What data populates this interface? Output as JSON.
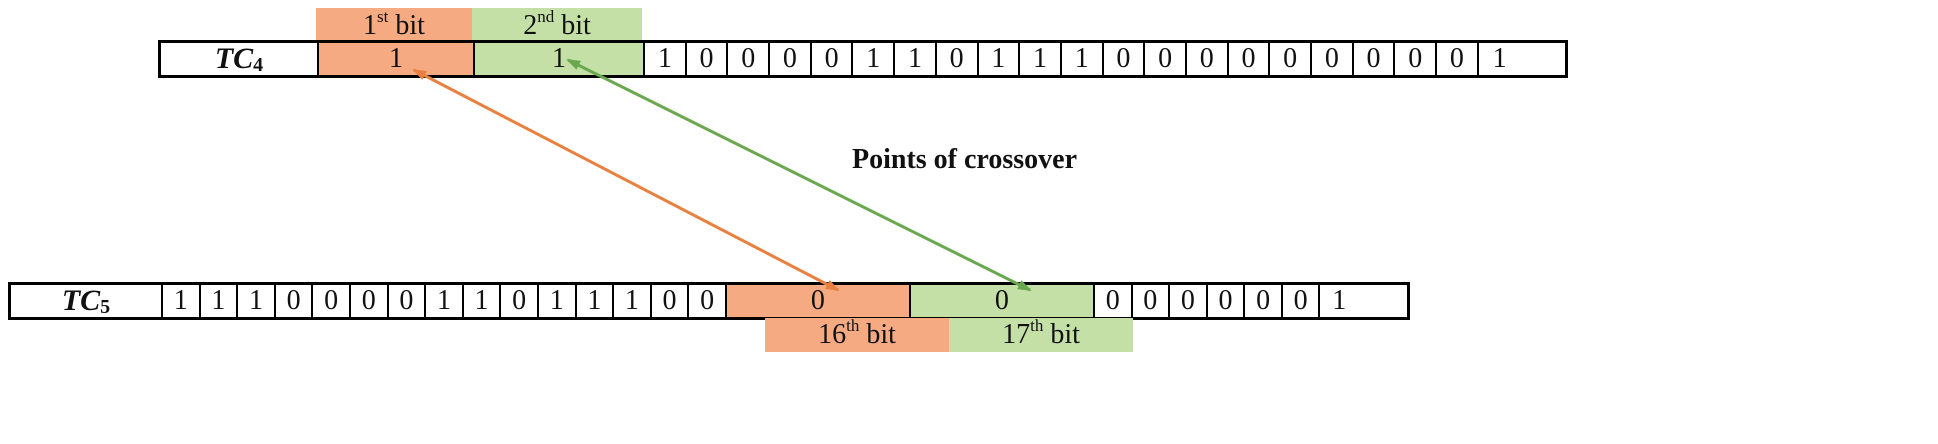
{
  "top": {
    "name_main": "TC",
    "name_sub": "4",
    "label1": {
      "main": "1",
      "sup": "st",
      "rest": " bit"
    },
    "label2": {
      "main": "2",
      "sup": "nd",
      "rest": " bit"
    },
    "bits": [
      "1",
      "1",
      "1",
      "0",
      "0",
      "0",
      "0",
      "1",
      "1",
      "0",
      "1",
      "1",
      "1",
      "0",
      "0",
      "0",
      "0",
      "0",
      "0",
      "0",
      "0",
      "0",
      "1"
    ]
  },
  "bottom": {
    "name_main": "TC",
    "name_sub": "5",
    "label16": {
      "main": "16",
      "sup": "th",
      "rest": " bit"
    },
    "label17": {
      "main": "17",
      "sup": "th",
      "rest": " bit"
    },
    "bits": [
      "1",
      "1",
      "1",
      "0",
      "0",
      "0",
      "0",
      "1",
      "1",
      "0",
      "1",
      "1",
      "1",
      "0",
      "0",
      "0",
      "0",
      "0",
      "0",
      "0",
      "0",
      "0",
      "0",
      "1"
    ]
  },
  "caption": "Points of crossover",
  "colors": {
    "orange": "#f6aa82",
    "green": "#c4e0a7",
    "arrow_orange": "#e8803f",
    "arrow_green": "#6aa84f"
  }
}
